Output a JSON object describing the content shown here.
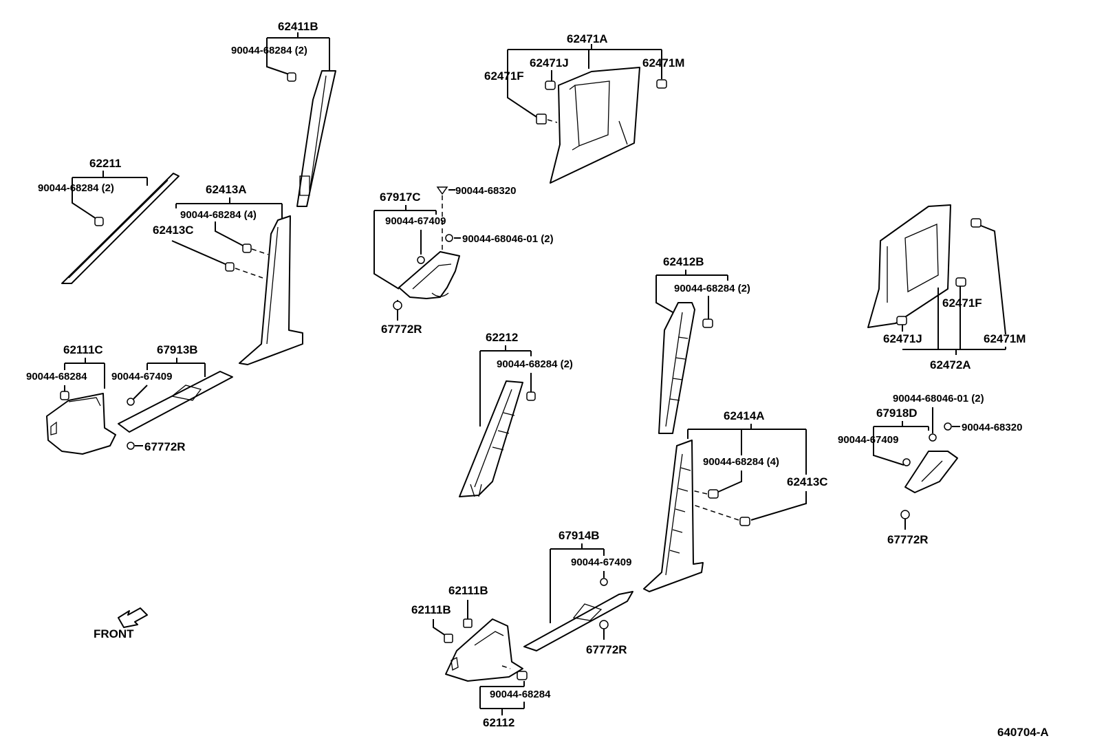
{
  "labels": {
    "p62411B": "62411B",
    "p90044_68284_2_a": "90044-68284 (2)",
    "p62211": "62211",
    "p90044_68284_2_b": "90044-68284 (2)",
    "p62413A": "62413A",
    "p90044_68284_4_a": "90044-68284 (4)",
    "p62413C_a": "62413C",
    "p62111C": "62111C",
    "p90044_68284_a": "90044-68284",
    "p67913B": "67913B",
    "p90044_67409_a": "90044-67409",
    "p67772R_a": "67772R",
    "p62471A": "62471A",
    "p62471J_a": "62471J",
    "p62471M_a": "62471M",
    "p62471F_a": "62471F",
    "p90044_68320_a": "90044-68320",
    "p67917C": "67917C",
    "p90044_67409_b": "90044-67409",
    "p90044_68046_a": "90044-68046-01 (2)",
    "p67772R_b": "67772R",
    "p62212": "62212",
    "p90044_68284_2_c": "90044-68284 (2)",
    "p62412B": "62412B",
    "p90044_68284_2_d": "90044-68284 (2)",
    "p62471F_b": "62471F",
    "p62471J_b": "62471J",
    "p62471M_b": "62471M",
    "p62472A": "62472A",
    "p90044_68046_b": "90044-68046-01 (2)",
    "p67918D": "67918D",
    "p90044_68320_b": "90044-68320",
    "p90044_67409_c": "90044-67409",
    "p67772R_c": "67772R",
    "p62414A": "62414A",
    "p90044_68284_4_b": "90044-68284 (4)",
    "p62413C_b": "62413C",
    "p67914B": "67914B",
    "p90044_67409_d": "90044-67409",
    "p67772R_d": "67772R",
    "p62111B_a": "62111B",
    "p62111B_b": "62111B",
    "p90044_68284_b": "90044-68284",
    "p62112": "62112",
    "front": "FRONT",
    "diagram_code": "640704-A"
  },
  "icons": {
    "front_arrow": "front-direction-arrow-icon"
  },
  "colors": {
    "line": "#000000",
    "background": "#ffffff"
  }
}
